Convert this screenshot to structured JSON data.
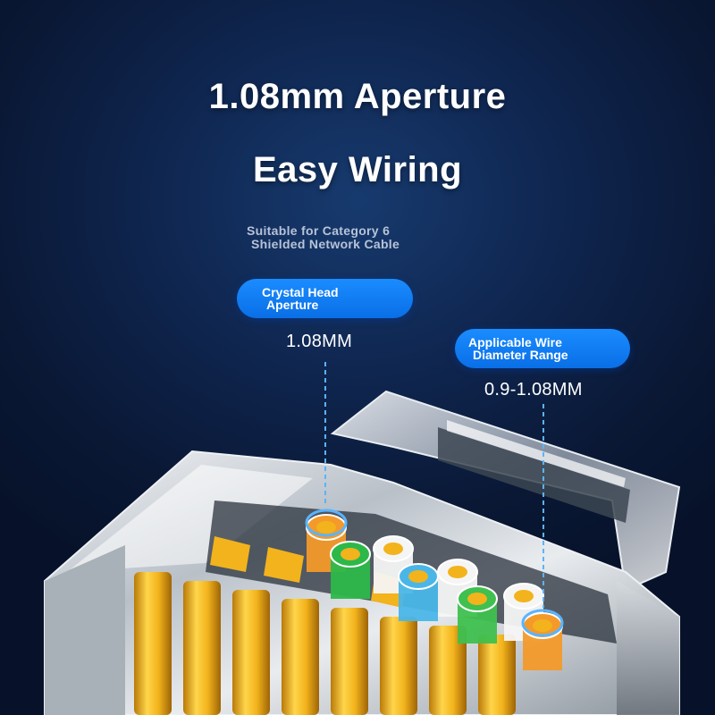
{
  "headline": {
    "line1": "1.08mm Aperture",
    "line2": "Easy Wiring"
  },
  "subtitle": {
    "line1": "Suitable for Category 6",
    "line2": "Shielded Network Cable"
  },
  "callouts": [
    {
      "label_line1": "Crystal Head",
      "label_line2": "Aperture",
      "value": "1.08MM"
    },
    {
      "label_line1": "Applicable Wire",
      "label_line2": "Diameter Range",
      "value": "0.9-1.08MM"
    }
  ],
  "colors": {
    "background": "#0f2650",
    "pill": "#0a6fe6",
    "gold": "#f2b31c",
    "leader_line": "#5ab4ff"
  },
  "wire_colors": [
    "#f39a2a",
    "#f5f5f5",
    "#2db84a",
    "#4ab6e8",
    "#f5f5f5",
    "#3fc04f",
    "#f5f5f5",
    "#f39a2a"
  ]
}
